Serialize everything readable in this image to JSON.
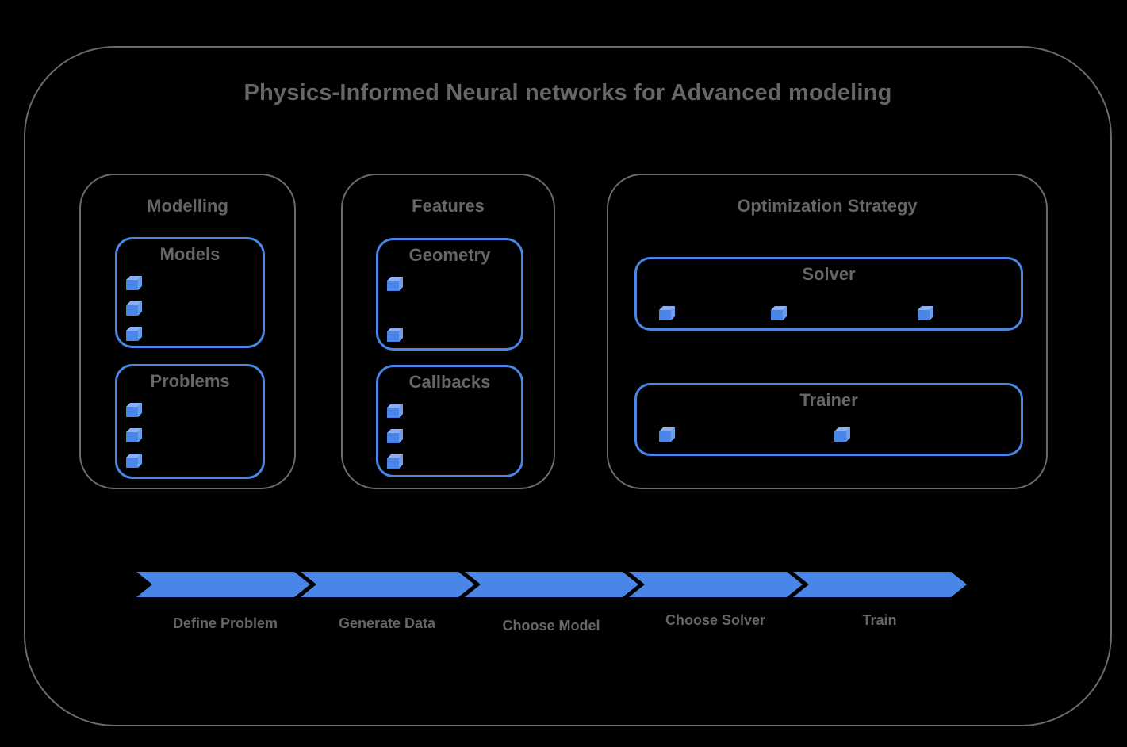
{
  "title": "Physics-Informed Neural networks for Advanced modeling",
  "groups": [
    {
      "label": "Modelling",
      "boxes": [
        {
          "label": "Models",
          "bullets": 3
        },
        {
          "label": "Problems",
          "bullets": 3
        }
      ]
    },
    {
      "label": "Features",
      "boxes": [
        {
          "label": "Geometry",
          "bullets": 2
        },
        {
          "label": "Callbacks",
          "bullets": 3
        }
      ]
    },
    {
      "label": "Optimization Strategy",
      "boxes": [
        {
          "label": "Solver",
          "bullets": 3
        },
        {
          "label": "Trainer",
          "bullets": 2
        }
      ]
    }
  ],
  "flow_steps": [
    "Define Problem",
    "Generate Data",
    "Choose Model",
    "Choose Solver",
    "Train"
  ],
  "colors": {
    "background": "#000000",
    "border_gray": "#6b6b6b",
    "text_gray": "#666666",
    "accent_blue": "#4a86e8",
    "cube_front": "#4a86e8",
    "cube_top": "#8ab0f3",
    "cube_side": "#6d9eeb"
  }
}
